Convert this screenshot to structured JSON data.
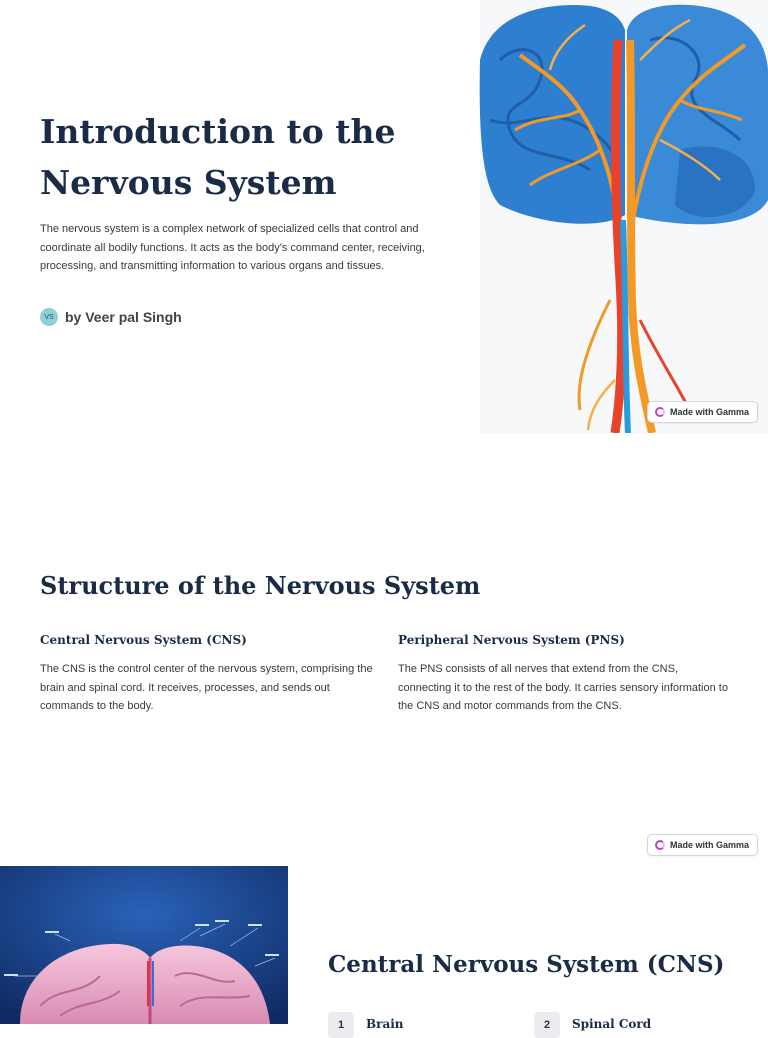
{
  "slide1": {
    "title": "Introduction to the Nervous System",
    "description": "The nervous system is a complex network of specialized cells that control and coordinate all bodily functions. It acts as the body's command center, receiving, processing, and transmitting information to various organs and tissues.",
    "author_initials": "VS",
    "author": "by Veer pal Singh",
    "badge": "Made with Gamma",
    "image_icon": "brain-nerves-illustration"
  },
  "slide2": {
    "title": "Structure of the Nervous System",
    "columns": [
      {
        "heading": "Central Nervous System (CNS)",
        "body": "The CNS is the control center of the nervous system, comprising the brain and spinal cord. It receives, processes, and sends out commands to the body."
      },
      {
        "heading": "Peripheral Nervous System (PNS)",
        "body": "The PNS consists of all nerves that extend from the CNS, connecting it to the rest of the body. It carries sensory information to the CNS and motor commands from the CNS."
      }
    ],
    "badge": "Made with Gamma"
  },
  "slide3": {
    "title": "Central Nervous System (CNS)",
    "items": [
      {
        "number": "1",
        "label": "Brain"
      },
      {
        "number": "2",
        "label": "Spinal Cord"
      }
    ],
    "image_icon": "labeled-brain-illustration"
  },
  "colors": {
    "title": "#1a2b45",
    "brain_blue": "#2f7fd0",
    "nerve_orange": "#f39a26",
    "artery_red": "#e8412c",
    "gamma_accent": "#c040c8"
  }
}
